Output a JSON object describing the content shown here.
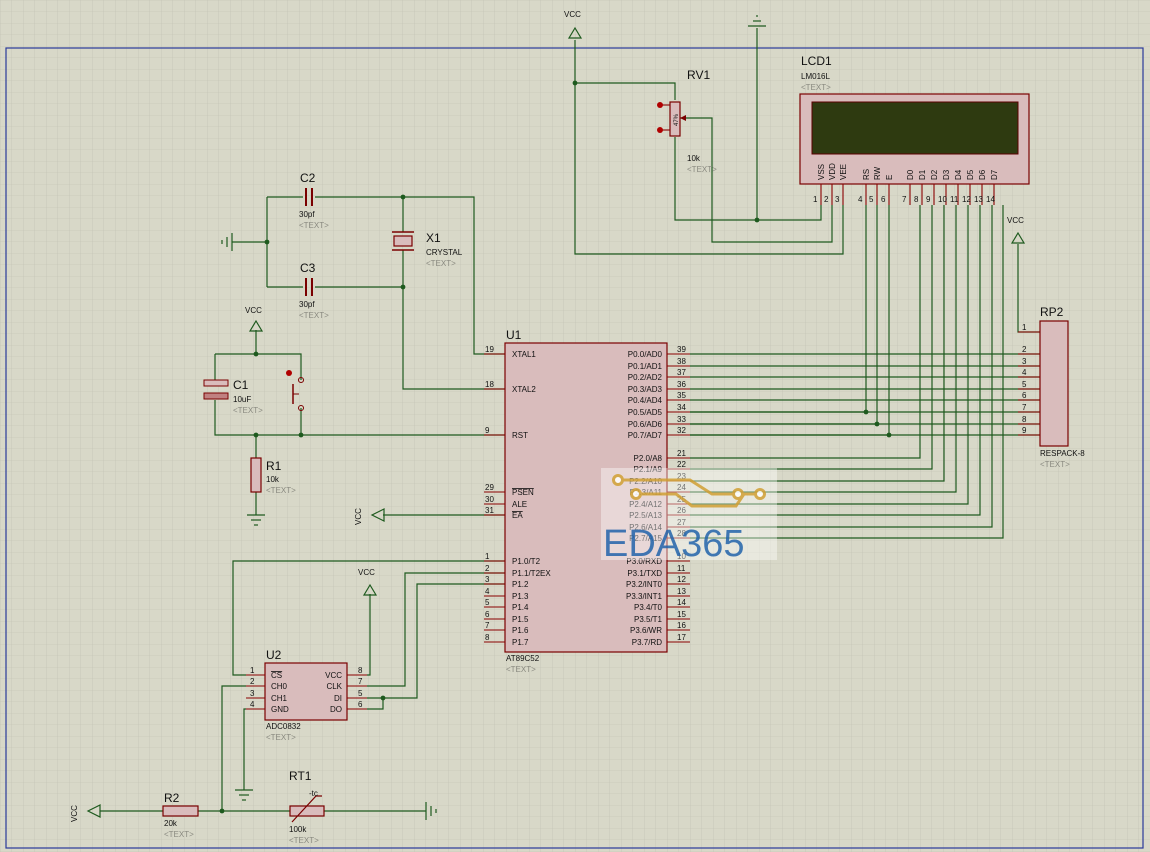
{
  "power": {
    "vcc": "VCC"
  },
  "components": {
    "lcd1": {
      "ref": "LCD1",
      "model": "LM016L",
      "text": "<TEXT>",
      "pin_names": [
        "VSS",
        "VDD",
        "VEE",
        "RS",
        "RW",
        "E",
        "D0",
        "D1",
        "D2",
        "D3",
        "D4",
        "D5",
        "D6",
        "D7"
      ],
      "pin_numbers": [
        "1",
        "2",
        "3",
        "4",
        "5",
        "6",
        "7",
        "8",
        "9",
        "10",
        "11",
        "12",
        "13",
        "14"
      ],
      "display_color": "#2e3a10"
    },
    "rv1": {
      "ref": "RV1",
      "value": "10k",
      "text": "<TEXT>",
      "pct": "47%"
    },
    "c2": {
      "ref": "C2",
      "value": "30pf",
      "text": "<TEXT>"
    },
    "c3": {
      "ref": "C3",
      "value": "30pf",
      "text": "<TEXT>"
    },
    "x1": {
      "ref": "X1",
      "value": "CRYSTAL",
      "text": "<TEXT>"
    },
    "c1": {
      "ref": "C1",
      "value": "10uF",
      "text": "<TEXT>"
    },
    "r1": {
      "ref": "R1",
      "value": "10k",
      "text": "<TEXT>"
    },
    "r2": {
      "ref": "R2",
      "value": "20k",
      "text": "<TEXT>"
    },
    "rt1": {
      "ref": "RT1",
      "value": "100k",
      "text": "<TEXT>",
      "symbol": "-tc"
    },
    "u1": {
      "ref": "U1",
      "value": "AT89C52",
      "text": "<TEXT>",
      "left_pins": [
        {
          "num": "19",
          "name": "XTAL1"
        },
        {
          "num": "18",
          "name": "XTAL2"
        },
        {
          "num": "9",
          "name": "RST"
        },
        {
          "num": "29",
          "name": "PSEN"
        },
        {
          "num": "30",
          "name": "ALE"
        },
        {
          "num": "31",
          "name": "EA"
        },
        {
          "num": "1",
          "name": "P1.0/T2"
        },
        {
          "num": "2",
          "name": "P1.1/T2EX"
        },
        {
          "num": "3",
          "name": "P1.2"
        },
        {
          "num": "4",
          "name": "P1.3"
        },
        {
          "num": "5",
          "name": "P1.4"
        },
        {
          "num": "6",
          "name": "P1.5"
        },
        {
          "num": "7",
          "name": "P1.6"
        },
        {
          "num": "8",
          "name": "P1.7"
        }
      ],
      "right_pins": [
        {
          "num": "39",
          "name": "P0.0/AD0"
        },
        {
          "num": "38",
          "name": "P0.1/AD1"
        },
        {
          "num": "37",
          "name": "P0.2/AD2"
        },
        {
          "num": "36",
          "name": "P0.3/AD3"
        },
        {
          "num": "35",
          "name": "P0.4/AD4"
        },
        {
          "num": "34",
          "name": "P0.5/AD5"
        },
        {
          "num": "33",
          "name": "P0.6/AD6"
        },
        {
          "num": "32",
          "name": "P0.7/AD7"
        },
        {
          "num": "21",
          "name": "P2.0/A8"
        },
        {
          "num": "22",
          "name": "P2.1/A9"
        },
        {
          "num": "23",
          "name": "P2.2/A10"
        },
        {
          "num": "24",
          "name": "P2.3/A11"
        },
        {
          "num": "25",
          "name": "P2.4/A12"
        },
        {
          "num": "26",
          "name": "P2.5/A13"
        },
        {
          "num": "27",
          "name": "P2.6/A14"
        },
        {
          "num": "28",
          "name": "P2.7/A15"
        },
        {
          "num": "10",
          "name": "P3.0/RXD"
        },
        {
          "num": "11",
          "name": "P3.1/TXD"
        },
        {
          "num": "12",
          "name": "P3.2/INT0"
        },
        {
          "num": "13",
          "name": "P3.3/INT1"
        },
        {
          "num": "14",
          "name": "P3.4/T0"
        },
        {
          "num": "15",
          "name": "P3.5/T1"
        },
        {
          "num": "16",
          "name": "P3.6/WR"
        },
        {
          "num": "17",
          "name": "P3.7/RD"
        }
      ]
    },
    "u2": {
      "ref": "U2",
      "value": "ADC0832",
      "text": "<TEXT>",
      "left_pins": [
        {
          "num": "1",
          "name": "CS"
        },
        {
          "num": "2",
          "name": "CH0"
        },
        {
          "num": "3",
          "name": "CH1"
        },
        {
          "num": "4",
          "name": "GND"
        }
      ],
      "right_pins": [
        {
          "num": "8",
          "name": "VCC"
        },
        {
          "num": "7",
          "name": "CLK"
        },
        {
          "num": "5",
          "name": "DI"
        },
        {
          "num": "6",
          "name": "DO"
        }
      ]
    },
    "rp2": {
      "ref": "RP2",
      "value": "RESPACK-8",
      "text": "<TEXT>",
      "pins": [
        "1",
        "2",
        "3",
        "4",
        "5",
        "6",
        "7",
        "8",
        "9"
      ]
    }
  },
  "watermark": {
    "text": "EDA365"
  }
}
